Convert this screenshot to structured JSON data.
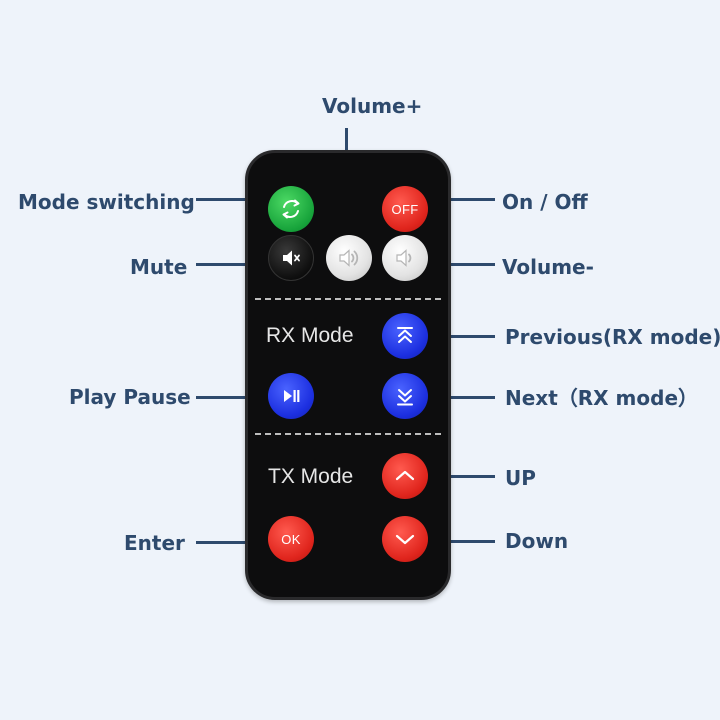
{
  "callouts": {
    "volume_plus": "Volume+",
    "mode_switching": "Mode switching",
    "on_off": "On / Off",
    "mute": "Mute",
    "volume_minus": "Volume-",
    "previous": "Previous(RX mode)",
    "play_pause": "Play Pause",
    "next": "Next（RX mode）",
    "up": "UP",
    "enter": "Enter",
    "down": "Down"
  },
  "remote": {
    "rx_mode_label": "RX Mode",
    "tx_mode_label": "TX Mode",
    "off_button_text": "OFF",
    "ok_button_text": "OK"
  },
  "buttons": {
    "mode_switch": {
      "color": "green",
      "icon": "refresh-icon"
    },
    "power": {
      "color": "red",
      "icon": "power-off-text"
    },
    "mute": {
      "color": "black",
      "icon": "mute-icon"
    },
    "volume_up": {
      "color": "grey",
      "icon": "volume-up-icon"
    },
    "volume_down": {
      "color": "grey",
      "icon": "volume-down-icon"
    },
    "previous": {
      "color": "blue",
      "icon": "previous-icon"
    },
    "play_pause": {
      "color": "blue",
      "icon": "play-pause-icon"
    },
    "next": {
      "color": "blue",
      "icon": "next-icon"
    },
    "up": {
      "color": "red",
      "icon": "chevron-up-icon"
    },
    "ok": {
      "color": "red",
      "icon": "ok-text"
    },
    "down": {
      "color": "red",
      "icon": "chevron-down-icon"
    }
  },
  "colors": {
    "background": "#eef3fa",
    "callout_text": "#2e4a6d",
    "remote_body": "#0d0d0e",
    "green": "#16a23a",
    "red": "#e0251d",
    "blue": "#1c2fe0"
  }
}
